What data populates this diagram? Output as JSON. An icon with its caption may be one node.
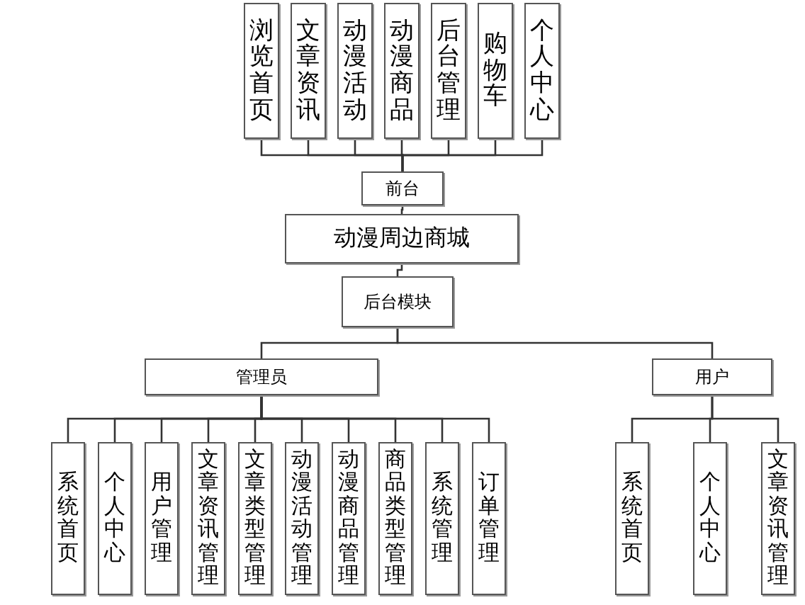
{
  "diagram": {
    "nodes": [
      {
        "text": [
          "浏览首页"
        ]
      },
      {
        "text": [
          "文章资讯"
        ]
      },
      {
        "text": [
          "动漫活动"
        ]
      },
      {
        "text": [
          "动漫商品"
        ]
      },
      {
        "text": [
          "后台管理"
        ]
      },
      {
        "text": [
          "购物车"
        ]
      },
      {
        "text": [
          "个人中心"
        ]
      },
      {
        "text": [
          "前台"
        ]
      },
      {
        "text": [
          "动漫周边商城"
        ]
      },
      {
        "text": [
          "后台模块"
        ]
      },
      {
        "text": [
          "管理员"
        ]
      },
      {
        "text": [
          "用户"
        ]
      },
      {
        "text": [
          "系统首页"
        ]
      },
      {
        "text": [
          "个人中心"
        ]
      },
      {
        "text": [
          "用户管理"
        ]
      },
      {
        "text": [
          "文章资讯管理"
        ]
      },
      {
        "text": [
          "文章类型管理"
        ]
      },
      {
        "text": [
          "动漫活动管理"
        ]
      },
      {
        "text": [
          "动漫商品管理"
        ]
      },
      {
        "text": [
          "商品类型管理"
        ]
      },
      {
        "text": [
          "系统管理"
        ]
      },
      {
        "text": [
          "订单管理"
        ]
      },
      {
        "text": [
          "系统首页"
        ]
      },
      {
        "text": [
          "个人中心"
        ]
      },
      {
        "text": [
          "文章资讯管理"
        ]
      }
    ],
    "edges": [
      {
        "from": 0,
        "to": 7,
        "arrow": "none"
      },
      {
        "from": 1,
        "to": 7,
        "arrow": "none"
      },
      {
        "from": 2,
        "to": 7,
        "arrow": "none"
      },
      {
        "from": 3,
        "to": 7,
        "arrow": "none"
      },
      {
        "from": 4,
        "to": 7,
        "arrow": "none"
      },
      {
        "from": 5,
        "to": 7,
        "arrow": "none"
      },
      {
        "from": 6,
        "to": 7,
        "arrow": "none"
      },
      {
        "from": 7,
        "to": 8,
        "arrow": "none"
      },
      {
        "from": 8,
        "to": 9,
        "arrow": "none"
      },
      {
        "from": 9,
        "to": 10,
        "arrow": "none"
      },
      {
        "from": 9,
        "to": 11,
        "arrow": "none"
      },
      {
        "from": 10,
        "to": 12,
        "arrow": "none"
      },
      {
        "from": 10,
        "to": 13,
        "arrow": "none"
      },
      {
        "from": 10,
        "to": 14,
        "arrow": "none"
      },
      {
        "from": 10,
        "to": 15,
        "arrow": "none"
      },
      {
        "from": 10,
        "to": 16,
        "arrow": "none"
      },
      {
        "from": 10,
        "to": 17,
        "arrow": "none"
      },
      {
        "from": 10,
        "to": 18,
        "arrow": "none"
      },
      {
        "from": 10,
        "to": 19,
        "arrow": "none"
      },
      {
        "from": 10,
        "to": 20,
        "arrow": "none"
      },
      {
        "from": 10,
        "to": 21,
        "arrow": "none"
      },
      {
        "from": 11,
        "to": 22,
        "arrow": "none"
      },
      {
        "from": 11,
        "to": 23,
        "arrow": "none"
      },
      {
        "from": 11,
        "to": 24,
        "arrow": "none"
      }
    ]
  }
}
